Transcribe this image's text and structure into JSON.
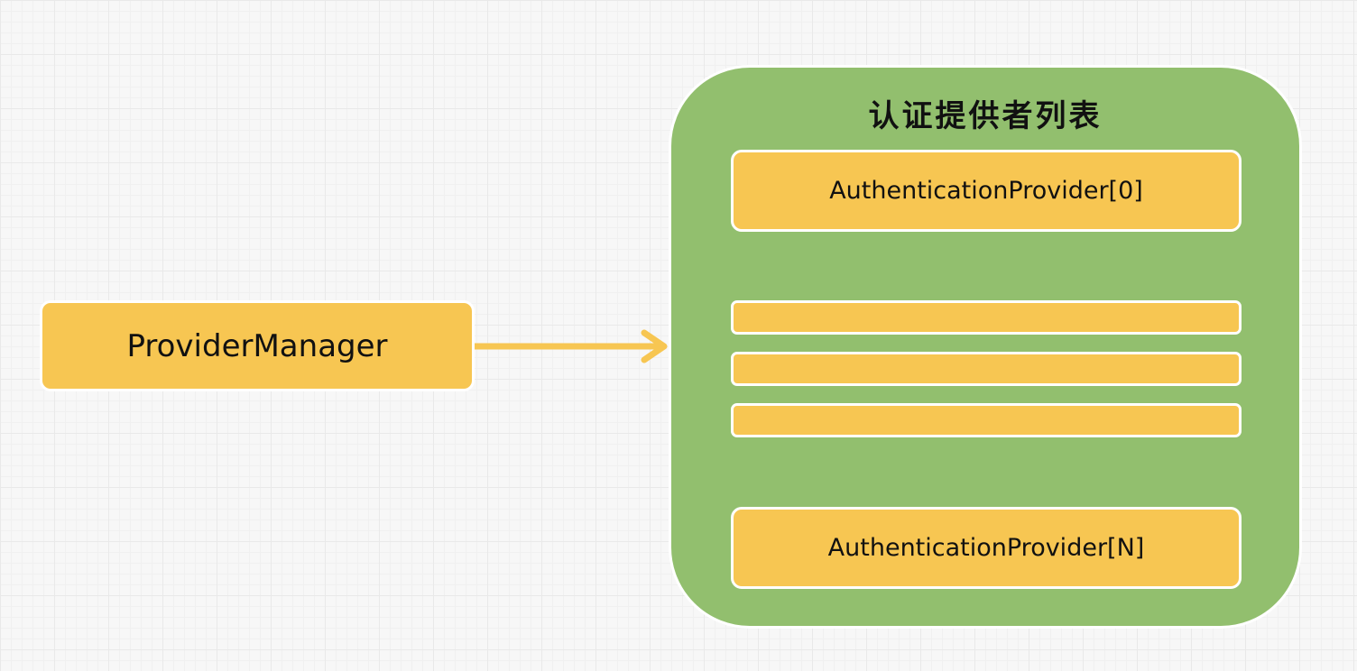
{
  "manager": {
    "label": "ProviderManager"
  },
  "provider_list": {
    "title": "认证提供者列表",
    "first_provider": "AuthenticationProvider[0]",
    "last_provider": "AuthenticationProvider[N]"
  },
  "colors": {
    "box_fill": "#f7c652",
    "container_fill": "#92bf6e",
    "arrow": "#f7c652",
    "border": "#ffffff"
  }
}
